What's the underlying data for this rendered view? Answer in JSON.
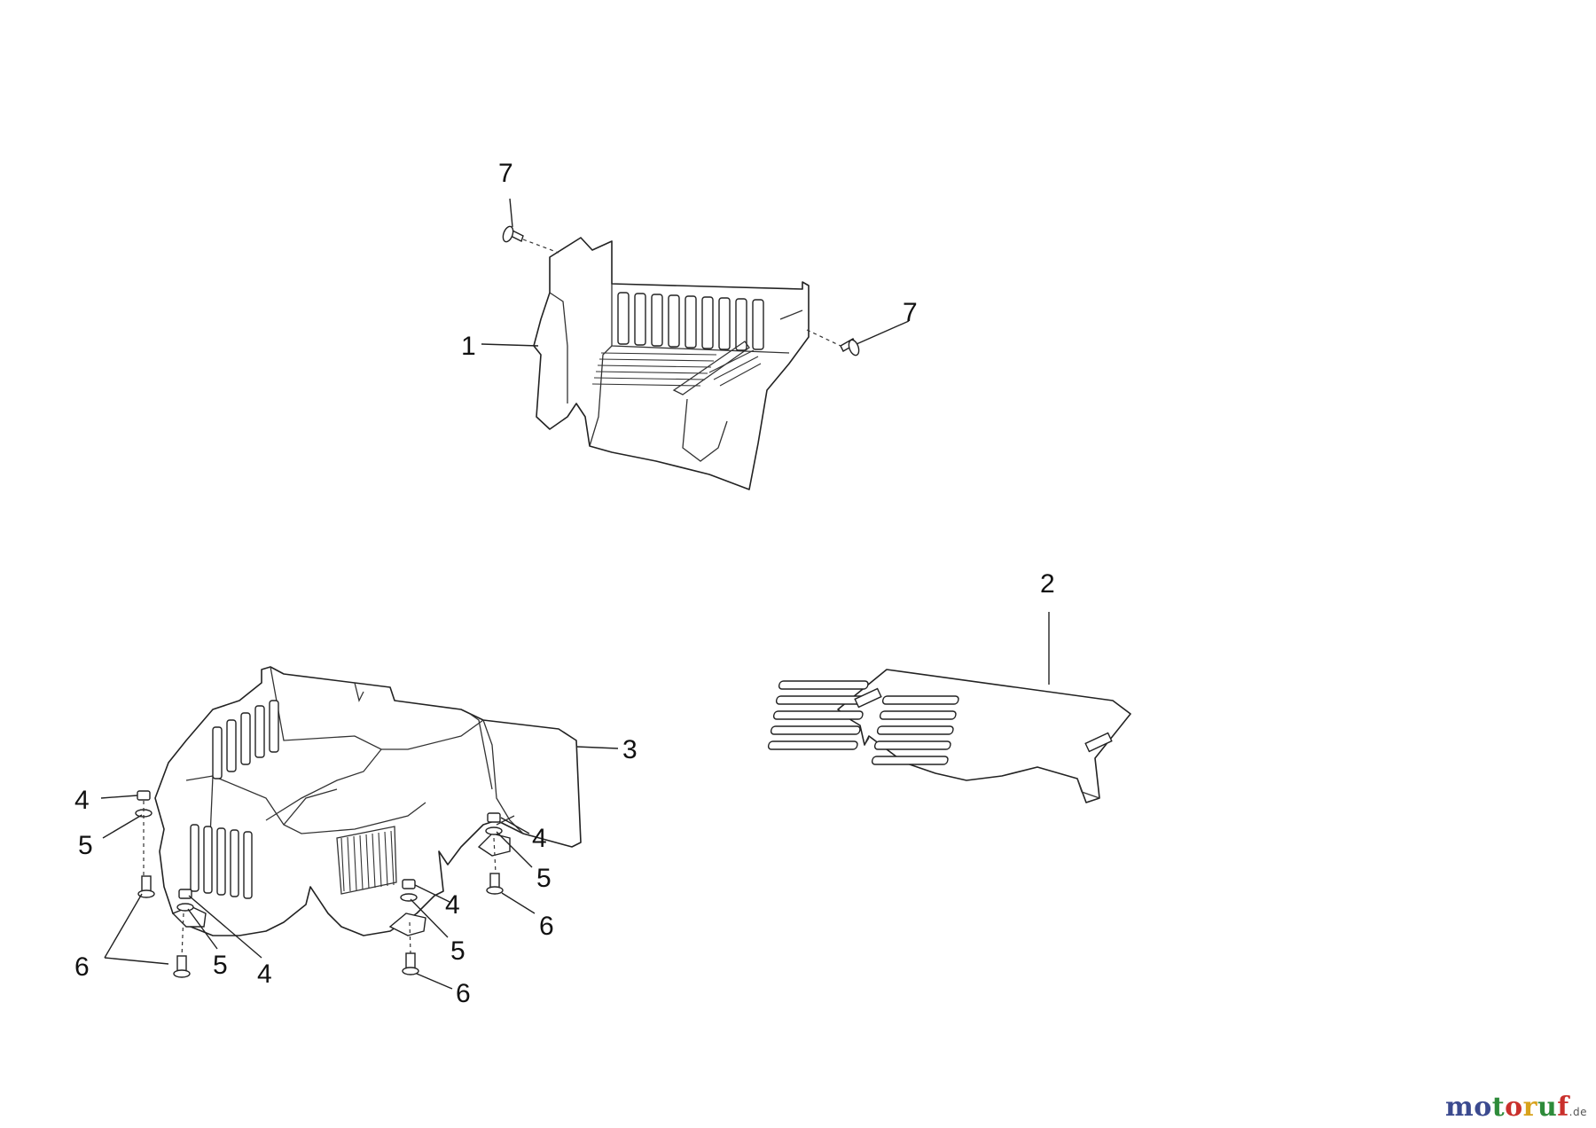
{
  "callouts": {
    "c1": "1",
    "c2": "2",
    "c3": "3",
    "c4a": "4",
    "c4b": "4",
    "c4c": "4",
    "c4d": "4",
    "c5a": "5",
    "c5b": "5",
    "c5c": "5",
    "c5d": "5",
    "c6a": "6",
    "c6b": "6",
    "c6c": "6",
    "c7a": "7",
    "c7b": "7"
  },
  "watermark": {
    "m": "m",
    "o1": "o",
    "t": "t",
    "o2": "o",
    "r": "r",
    "u": "u",
    "f": "f",
    "tld": ".de"
  }
}
